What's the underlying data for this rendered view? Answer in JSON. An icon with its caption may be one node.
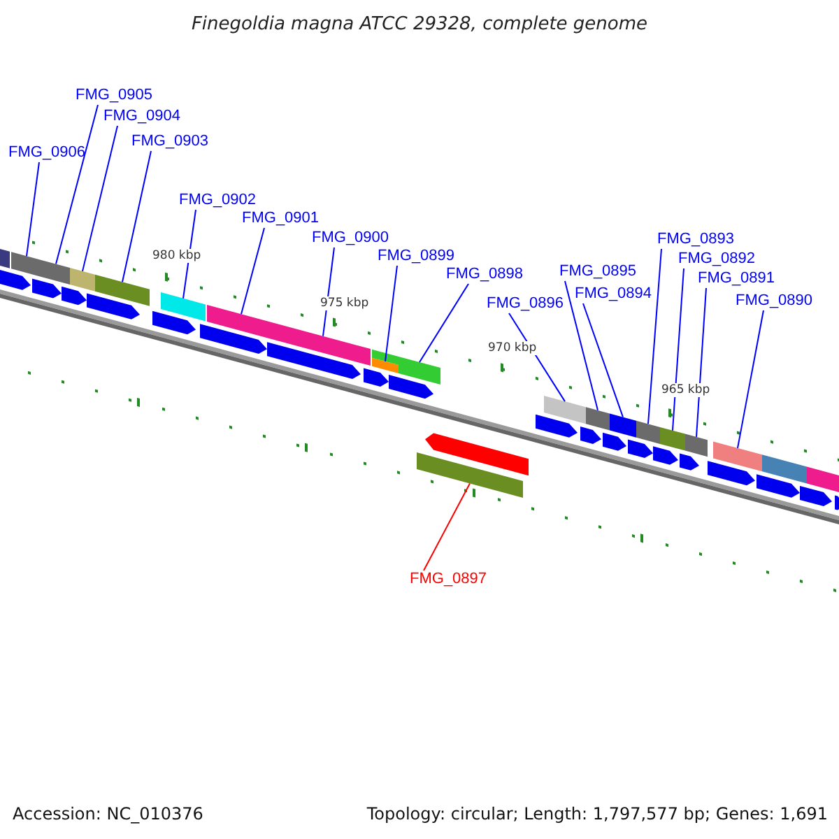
{
  "diagram": {
    "title": "Finegoldia magna ATCC 29328, complete genome",
    "nodes": [
      {
        "text": [
          "FMG_0906"
        ]
      },
      {
        "text": [
          "FMG_0905"
        ]
      },
      {
        "text": [
          "FMG_0904"
        ]
      },
      {
        "text": [
          "FMG_0903"
        ]
      },
      {
        "text": [
          "FMG_0902"
        ]
      },
      {
        "text": [
          "FMG_0901"
        ]
      },
      {
        "text": [
          "FMG_0900"
        ]
      },
      {
        "text": [
          "FMG_0899"
        ]
      },
      {
        "text": [
          "FMG_0898"
        ]
      },
      {
        "text": [
          "FMG_0897"
        ]
      },
      {
        "text": [
          "FMG_0896"
        ]
      },
      {
        "text": [
          "FMG_0895"
        ]
      },
      {
        "text": [
          "FMG_0894"
        ]
      },
      {
        "text": [
          "FMG_0893"
        ]
      },
      {
        "text": [
          "FMG_0892"
        ]
      },
      {
        "text": [
          "FMG_0891"
        ]
      },
      {
        "text": [
          "FMG_0890"
        ]
      },
      {
        "text": [],
        "shape": "bar"
      },
      {
        "text": [],
        "shape": "bar"
      },
      {
        "text": [],
        "shape": "bar"
      },
      {
        "text": [],
        "shape": "bar"
      },
      {
        "text": [],
        "shape": "bar"
      },
      {
        "text": [],
        "shape": "bar"
      },
      {
        "text": [],
        "shape": "bar"
      },
      {
        "text": [],
        "shape": "bar"
      },
      {
        "text": [],
        "shape": "bar"
      },
      {
        "text": [],
        "shape": "bar"
      },
      {
        "text": [],
        "shape": "bar"
      },
      {
        "text": [],
        "shape": "bar"
      },
      {
        "text": [],
        "shape": "bar"
      },
      {
        "text": [],
        "shape": "bar"
      },
      {
        "text": [],
        "shape": "bar"
      },
      {
        "text": [],
        "shape": "bar"
      },
      {
        "text": [],
        "shape": "bar"
      }
    ],
    "edges": [
      {
        "from": 0,
        "to": 17,
        "arrow": "none"
      },
      {
        "from": 1,
        "to": 18,
        "arrow": "none"
      },
      {
        "from": 2,
        "to": 19,
        "arrow": "none"
      },
      {
        "from": 3,
        "to": 20,
        "arrow": "none"
      },
      {
        "from": 4,
        "to": 21,
        "arrow": "none"
      },
      {
        "from": 5,
        "to": 22,
        "arrow": "none"
      },
      {
        "from": 6,
        "to": 23,
        "arrow": "none"
      },
      {
        "from": 7,
        "to": 24,
        "arrow": "none"
      },
      {
        "from": 8,
        "to": 25,
        "arrow": "none"
      },
      {
        "from": 9,
        "to": 26,
        "arrow": "none",
        "color": "#ff0000"
      },
      {
        "from": 10,
        "to": 27,
        "arrow": "none"
      },
      {
        "from": 11,
        "to": 28,
        "arrow": "none"
      },
      {
        "from": 12,
        "to": 29,
        "arrow": "none"
      },
      {
        "from": 13,
        "to": 30,
        "arrow": "none"
      },
      {
        "from": 14,
        "to": 31,
        "arrow": "none"
      },
      {
        "from": 15,
        "to": 32,
        "arrow": "none"
      },
      {
        "from": 16,
        "to": 33,
        "arrow": "none"
      }
    ],
    "labels": [
      "980 kbp",
      "975 kbp",
      "970 kbp",
      "965 kbp",
      "Accession: NC_010376",
      "Topology: circular; Length: 1,797,577 bp; Genes: 1,691"
    ]
  }
}
